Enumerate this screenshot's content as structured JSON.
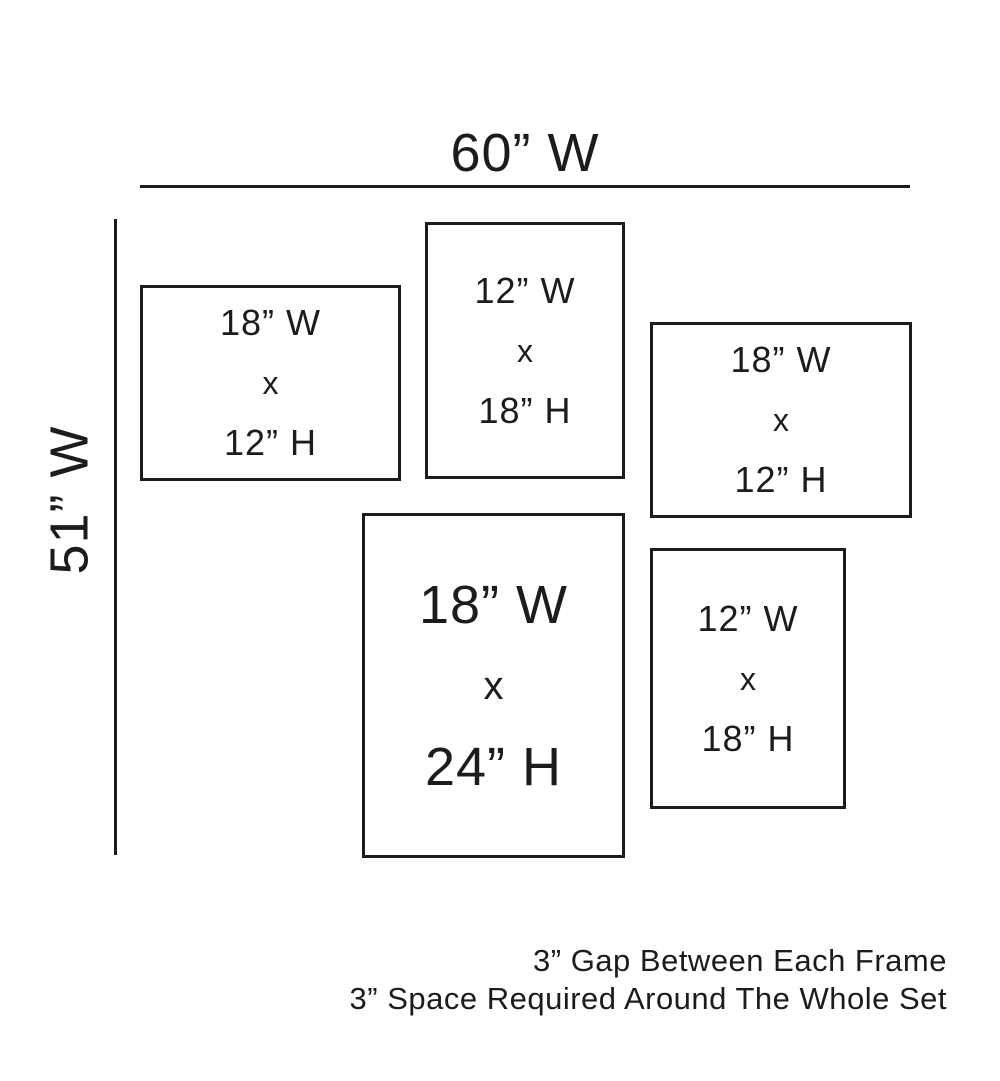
{
  "overall": {
    "top_width_label": "60” W",
    "left_height_label": "51” W"
  },
  "frames": [
    {
      "position": "top-left",
      "width_label": "18” W",
      "x_label": "x",
      "height_label": "12” H"
    },
    {
      "position": "top-middle",
      "width_label": "12” W",
      "x_label": "x",
      "height_label": "18” H"
    },
    {
      "position": "middle-right",
      "width_label": "18” W",
      "x_label": "x",
      "height_label": "12” H"
    },
    {
      "position": "bottom-middle",
      "width_label": "18” W",
      "x_label": "x",
      "height_label": "24” H"
    },
    {
      "position": "bottom-right",
      "width_label": "12” W",
      "x_label": "x",
      "height_label": "18” H"
    }
  ],
  "notes": {
    "line1": "3” Gap Between Each Frame",
    "line2": "3” Space Required Around The Whole Set"
  },
  "colors": {
    "line": "#1c1c1c",
    "text": "#1c1c1c",
    "background": "#ffffff"
  }
}
